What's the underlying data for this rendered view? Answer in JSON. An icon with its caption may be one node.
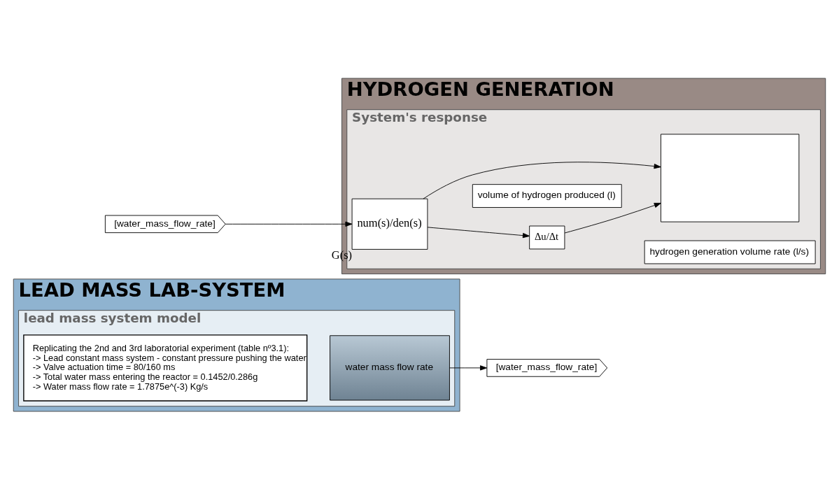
{
  "diagram": {
    "nodes": [
      {
        "text": [
          "LEAD MASS LAB-SYSTEM"
        ]
      },
      {
        "text": [
          "lead mass system model"
        ],
        "in": 0
      },
      {
        "text": [
          "Replicating the 2nd and 3rd laboratorial experiment (table nº3.1): -> Lead constant mass system - constant pressure pushing the water -> Valve actuation time = 80/160 ms -> Total water mass entering the reactor = 0.1452/0.286g -> Water mass flow rate = 1.7875e^(-3) Kg/s"
        ],
        "in": 1
      },
      {
        "text": [
          "water mass flow rate"
        ],
        "in": 1
      },
      {
        "text": [
          "[water_mass_flow_rate]"
        ]
      },
      {
        "text": [
          "HYDROGEN GENERATION"
        ]
      },
      {
        "text": [
          "System's response"
        ],
        "in": 5
      },
      {
        "text": [
          "[water_mass_flow_rate]"
        ]
      },
      {
        "text": [
          "num(s)/den(s)"
        ],
        "beside": [
          "G(s)"
        ],
        "in": 6
      },
      {
        "text": [
          "Δu/Δt"
        ],
        "in": 6
      },
      {
        "text": [
          "hydrogen generation volume rate (l/s)"
        ],
        "in": 6
      },
      {
        "text": [
          "volume of hydrogen produced (l)"
        ],
        "in": 6
      },
      {
        "text": [],
        "shape": "box",
        "in": 6
      }
    ],
    "edges": [
      {
        "from": 3,
        "to": 4,
        "arrow": "to"
      },
      {
        "from": 7,
        "to": 8,
        "arrow": "to"
      },
      {
        "from": 8,
        "to": 9,
        "arrow": "to"
      },
      {
        "from": 9,
        "to": 12,
        "arrow": "to"
      },
      {
        "from": 8,
        "to": 12,
        "arrow": "to"
      }
    ]
  }
}
